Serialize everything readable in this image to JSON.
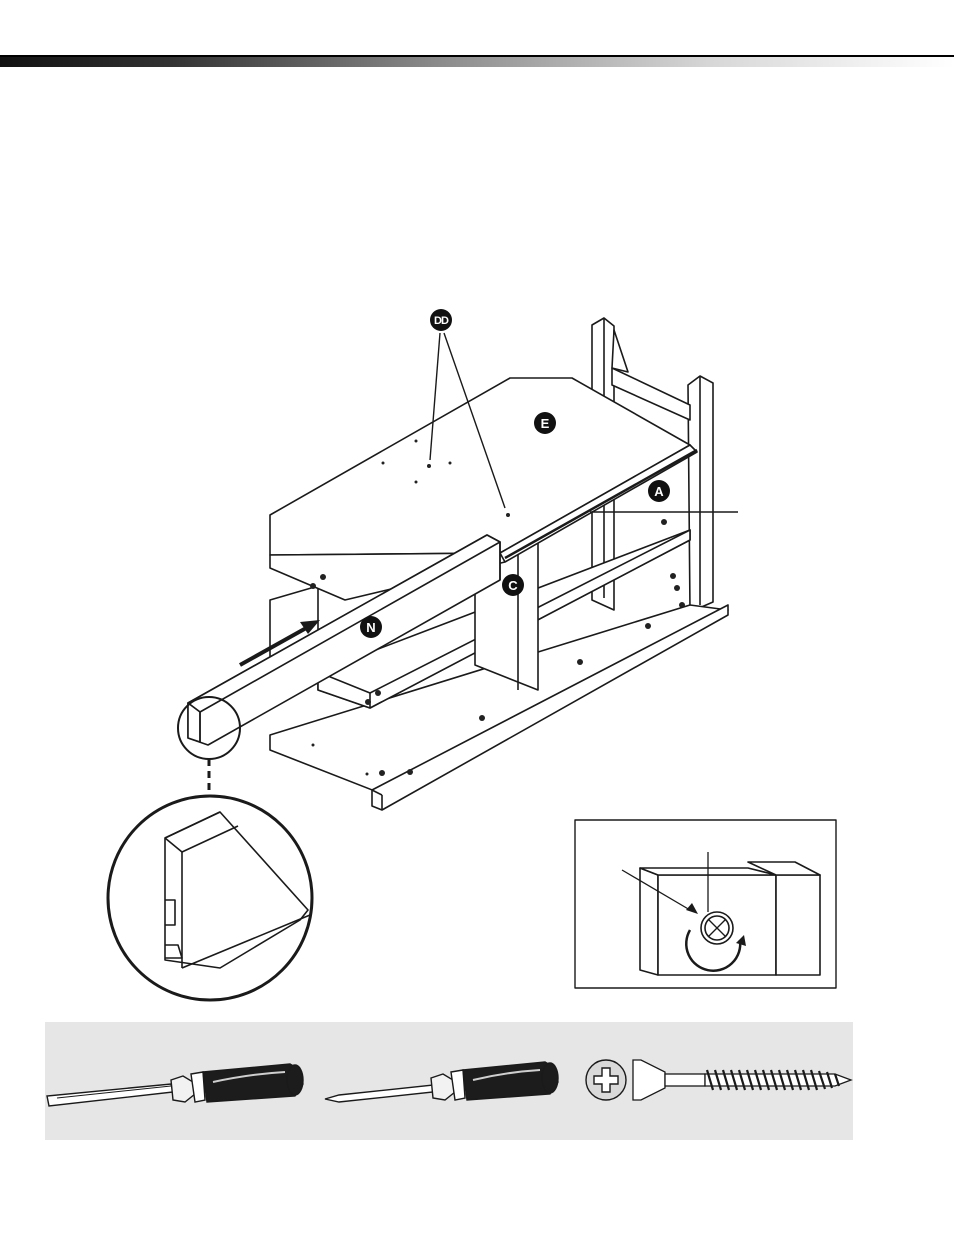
{
  "labels": {
    "part_e": "E",
    "part_a": "A",
    "part_c": "C",
    "part_n": "N",
    "hardware_dd": "DD"
  },
  "icons": {
    "flat_screwdriver": "flat-screwdriver-icon",
    "phillips_screwdriver": "phillips-screwdriver-icon",
    "phillips_head": "phillips-head-icon",
    "wood_screw": "wood-screw-icon",
    "rotation_arrow": "clockwise-arrow-icon",
    "magnifier": "magnifier-circle-icon"
  },
  "colors": {
    "line": "#1a1a1a",
    "label_fill": "#111111",
    "tool_band": "#e6e6e6",
    "handle": "#1c1c1c"
  }
}
